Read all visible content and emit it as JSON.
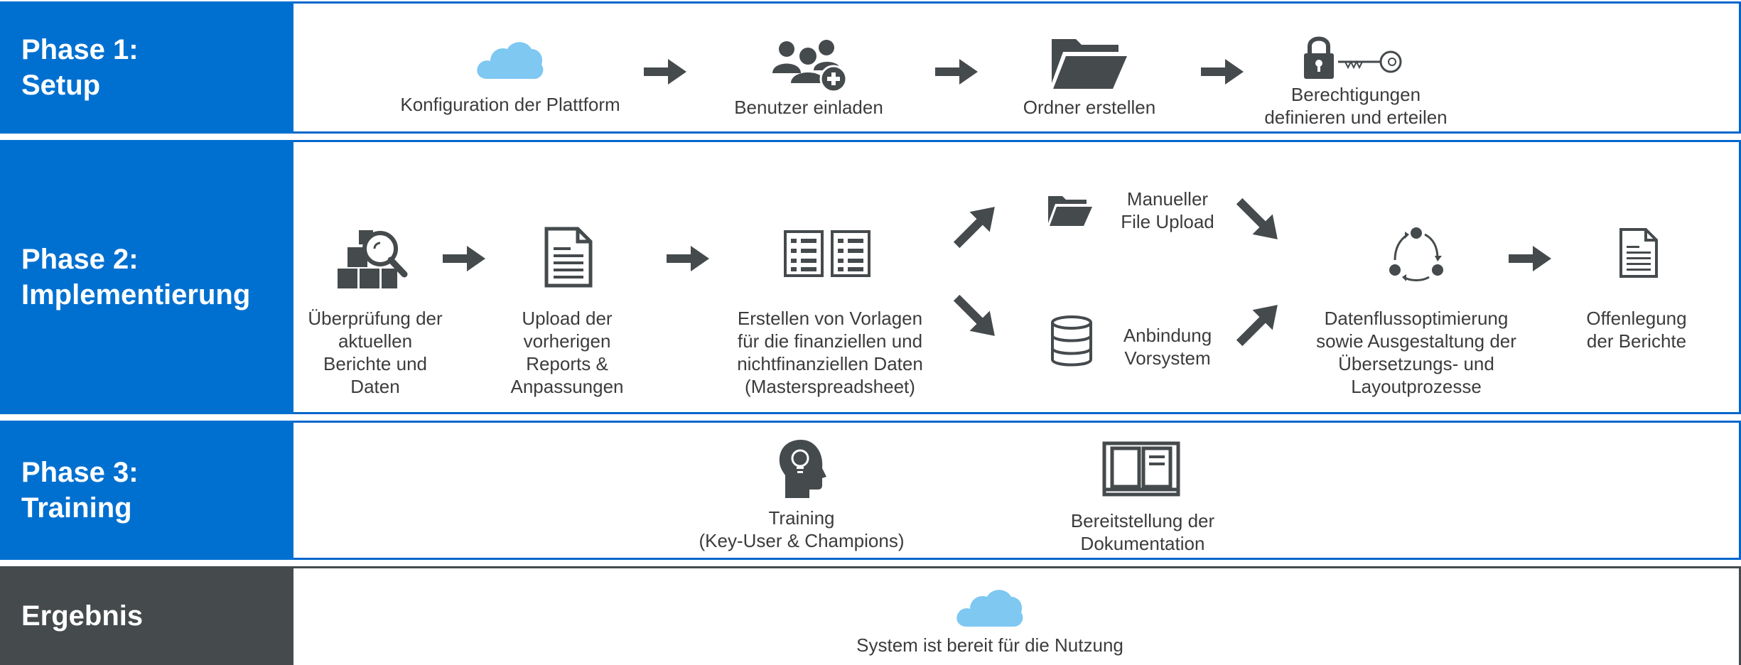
{
  "phases": [
    {
      "title_line1": "Phase 1:",
      "title_line2": "Setup",
      "items": [
        {
          "label": "Konfiguration der Plattform",
          "icon": "cloud-icon"
        },
        {
          "label": "Benutzer einladen",
          "icon": "users-add-icon"
        },
        {
          "label": "Ordner erstellen",
          "icon": "folder-open-icon"
        },
        {
          "label_line1": "Berechtigungen",
          "label_line2": "definieren und erteilen",
          "icon": "lock-key-icon"
        }
      ]
    },
    {
      "title_line1": "Phase 2:",
      "title_line2": "Implementierung",
      "items": [
        {
          "label_lines": [
            "Überprüfung der",
            "aktuellen",
            "Berichte und",
            "Daten"
          ],
          "icon": "boxes-magnifier-icon"
        },
        {
          "label_lines": [
            "Upload der",
            "vorherigen",
            "Reports &",
            "Anpassungen"
          ],
          "icon": "document-icon"
        },
        {
          "label_lines": [
            "Erstellen von Vorlagen",
            "für die finanziellen und",
            "nichtfinanziellen Daten",
            "(Masterspreadsheet)"
          ],
          "icon": "spreadsheets-icon"
        },
        {
          "label_lines": [
            "Manueller",
            "File Upload"
          ],
          "icon": "folder-icon"
        },
        {
          "label_lines": [
            "Anbindung",
            "Vorsystem"
          ],
          "icon": "database-icon"
        },
        {
          "label_lines": [
            "Datenflussoptimierung",
            "sowie Ausgestaltung der",
            "Übersetzungs- und",
            "Layoutprozesse"
          ],
          "icon": "cycle-icon"
        },
        {
          "label_lines": [
            "Offenlegung",
            "der Berichte"
          ],
          "icon": "report-icon"
        }
      ]
    },
    {
      "title_line1": "Phase 3:",
      "title_line2": "Training",
      "items": [
        {
          "label_lines": [
            "Training",
            "(Key-User & Champions)"
          ],
          "icon": "head-bulb-icon"
        },
        {
          "label_lines": [
            "Bereitstellung der",
            "Dokumentation"
          ],
          "icon": "book-icon"
        }
      ]
    }
  ],
  "result": {
    "title": "Ergebnis",
    "label": "System ist bereit für die Nutzung",
    "icon": "cloud-icon"
  },
  "colors": {
    "phase_blue": "#0070d0",
    "result_dark": "#454a4c",
    "icon_dark": "#454a4c",
    "cloud": "#7ec8f2",
    "border": "#0066cc"
  }
}
